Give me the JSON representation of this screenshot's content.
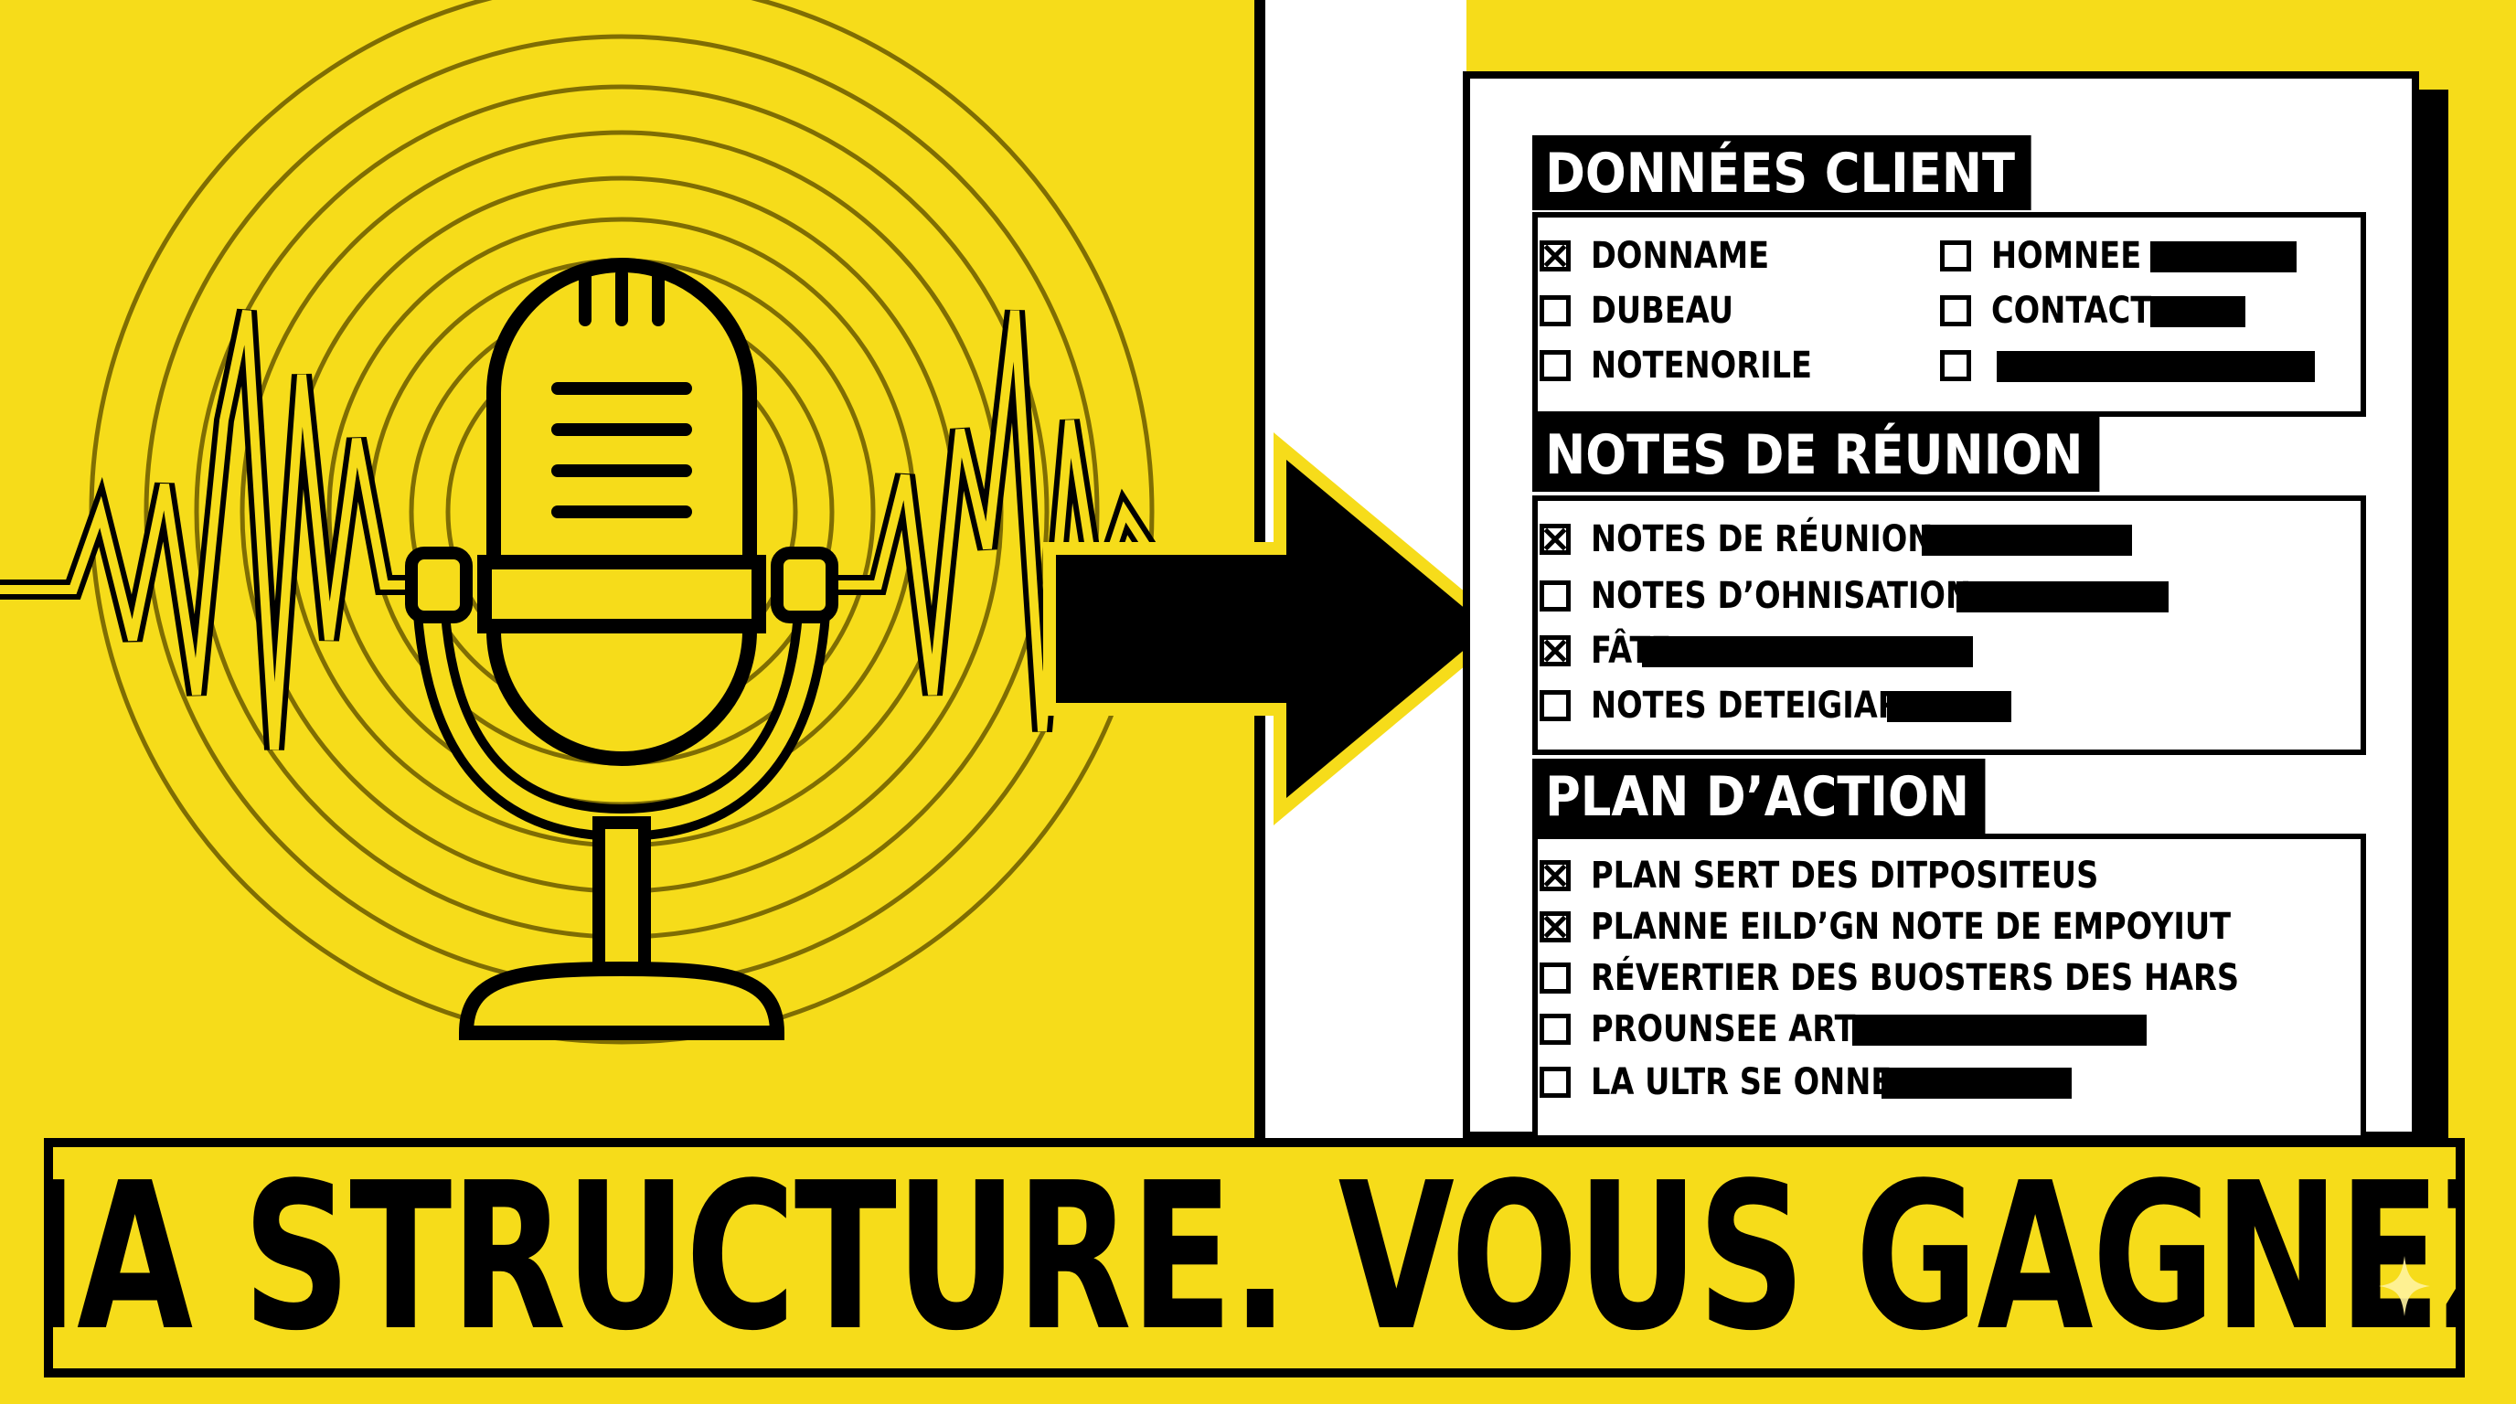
{
  "colors": {
    "yellow": "#f6dc1a",
    "black": "#000000",
    "white": "#ffffff"
  },
  "illustration": {
    "icon": "microphone-icon",
    "waves": "sound-wave-icon",
    "arrow": "right-arrow-icon"
  },
  "document": {
    "sections": [
      {
        "title": "DONNÉES CLIENT",
        "items": [
          {
            "label": "DONNAME",
            "checked": true
          },
          {
            "label": "DUBEAU",
            "checked": false
          },
          {
            "label": "NOTENORILE",
            "checked": false
          },
          {
            "label": "HOMNEE",
            "checked": false
          },
          {
            "label": "CONTACT",
            "checked": false
          },
          {
            "label": "",
            "checked": false
          }
        ]
      },
      {
        "title": "NOTES DE RÉUNION",
        "items": [
          {
            "label": "NOTES DE RÉUNION",
            "checked": true
          },
          {
            "label": "NOTES D’OHNISATION",
            "checked": false
          },
          {
            "label": "FÂTE",
            "checked": true
          },
          {
            "label": "NOTES DETEIGIAR",
            "checked": false
          }
        ]
      },
      {
        "title": "PLAN D’ACTION",
        "items": [
          {
            "label": "PLAN SERT DES DITPOSITEUS",
            "checked": true
          },
          {
            "label": "PLANNE EILD’GN NOTE DE EMPOYIUT",
            "checked": true
          },
          {
            "label": "RÉVERTIER DES BUOSTERS DES HARS",
            "checked": false
          },
          {
            "label": "PROUNSEE ART",
            "checked": false
          },
          {
            "label": "LA ULTR SE ONNE",
            "checked": false
          }
        ]
      }
    ]
  },
  "banner": {
    "text": "L’IA STRUCTURE. VOUS GAGNEZ."
  }
}
